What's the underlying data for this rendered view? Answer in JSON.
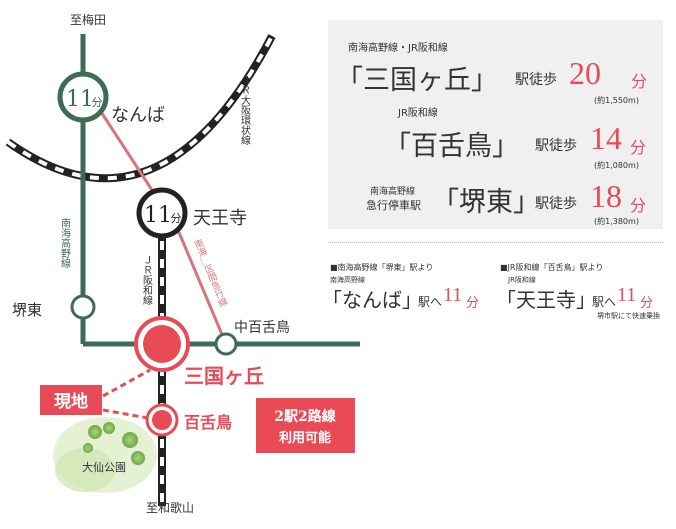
{
  "map": {
    "to_umeda": "至梅田",
    "to_wakayama": "至和歌山",
    "namba_minutes": "11",
    "namba_unit": "分",
    "namba_label": "なんば",
    "tennoji_minutes": "11",
    "tennoji_unit": "分",
    "tennoji_label": "天王寺",
    "jr_loop_label": "ＪＲ大阪環状線",
    "nankai_koya_label": "南海高野線",
    "jr_hanwa_label": "ＪＲ阪和線",
    "nankai_rapid_label": "南海＿区間急行線",
    "sakaihigashi": "堺東",
    "nakamozu": "中百舌鳥",
    "mikunigaoka": "三国ヶ丘",
    "mozu": "百舌鳥",
    "genchi": "現地",
    "daisen_park": "大仙公園",
    "badge_line1": "2駅2路線",
    "badge_line2": "利用可能",
    "colors": {
      "nankai_green": "#3e6b56",
      "jr_pink": "#d9747a",
      "accent_red": "#e84b56",
      "loop_black": "#222222"
    }
  },
  "access": {
    "row1": {
      "line": "南海高野線・JR阪和線",
      "station": "「三国ヶ丘」",
      "walk": "駅徒歩",
      "minutes": "20",
      "unit": "分",
      "distance": "(約1,550m)"
    },
    "row2": {
      "line": "JR阪和線",
      "station": "「百舌鳥」",
      "walk": "駅徒歩",
      "minutes": "14",
      "unit": "分",
      "distance": "(約1,080m)"
    },
    "row3": {
      "line": "南海高野線",
      "prefix": "急行停車駅",
      "station": "「堺東」",
      "walk": "駅徒歩",
      "minutes": "18",
      "unit": "分",
      "distance": "(約1,380m)"
    }
  },
  "travel": {
    "left": {
      "header": "■南海高野線「堺東」駅より",
      "sub": "南海高野線",
      "station": "「なんば」",
      "suffix": "駅へ",
      "minutes": "11",
      "unit": "分"
    },
    "right": {
      "header": "■JR阪和線「百舌鳥」駅より",
      "sub": "JR阪和線",
      "station": "「天王寺」",
      "suffix": "駅へ",
      "minutes": "11",
      "unit": "分",
      "note": "堺市駅にて快速乗換"
    }
  }
}
